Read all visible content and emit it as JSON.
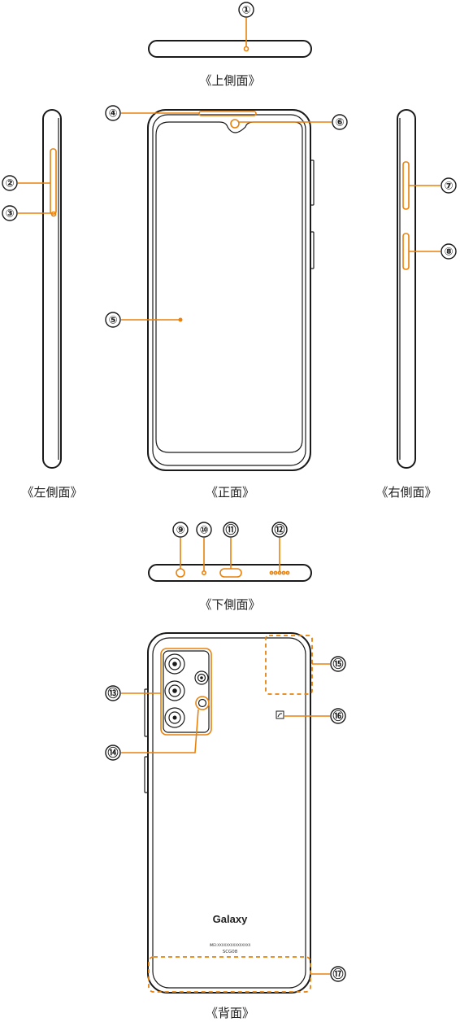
{
  "colors": {
    "highlight": "#e8820c",
    "outline": "#1a1a1a"
  },
  "views": {
    "top": "《上側面》",
    "left": "《左側面》",
    "front": "《正面》",
    "right": "《右側面》",
    "bottom": "《下側面》",
    "back": "《背面》"
  },
  "callouts": [
    "①",
    "②",
    "③",
    "④",
    "⑤",
    "⑥",
    "⑦",
    "⑧",
    "⑨",
    "⑩",
    "⑪",
    "⑫",
    "⑬",
    "⑭",
    "⑮",
    "⑯",
    "⑰"
  ],
  "back": {
    "logo": "Galaxy",
    "small_print": "IMEI:XXXXXXXXXXXXXXX",
    "model": "SCG08"
  }
}
